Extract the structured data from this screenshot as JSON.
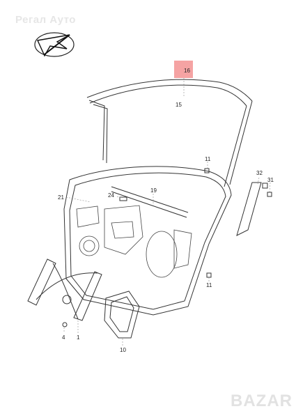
{
  "watermark": {
    "text": "Регал Ауто"
  },
  "footer_watermark": {
    "text": "BAZAR"
  },
  "logo": {
    "name": "logo-icon"
  },
  "highlight_color": "#f5a3a3",
  "labels": {
    "p16": "16",
    "p15": "15",
    "p11a": "11",
    "p32": "32",
    "p31": "31",
    "p21": "21",
    "p24": "24",
    "p19": "19",
    "p11b": "11",
    "p4": "4",
    "p1": "1",
    "p10": "10"
  }
}
